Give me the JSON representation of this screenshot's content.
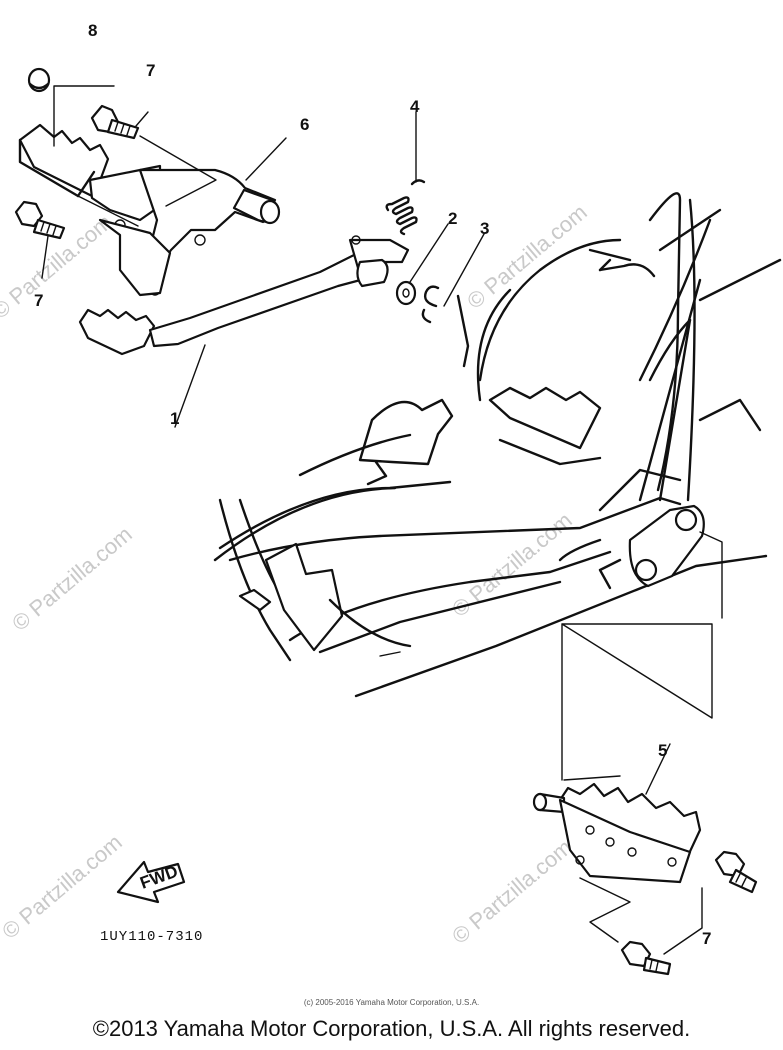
{
  "watermark": "© Partzilla.com",
  "callouts": {
    "c1": "1",
    "c2": "2",
    "c3": "3",
    "c4": "4",
    "c5": "5",
    "c6": "6",
    "c7a": "7",
    "c7b": "7",
    "c7c": "7",
    "c8": "8"
  },
  "fwd_label": "FWD",
  "diagram_code": "1UY110-7310",
  "small_copyright": "(c) 2005-2016 Yamaha Motor Corporation, U.S.A.",
  "copyright": "©2013 Yamaha Motor Corporation, U.S.A. All rights reserved."
}
